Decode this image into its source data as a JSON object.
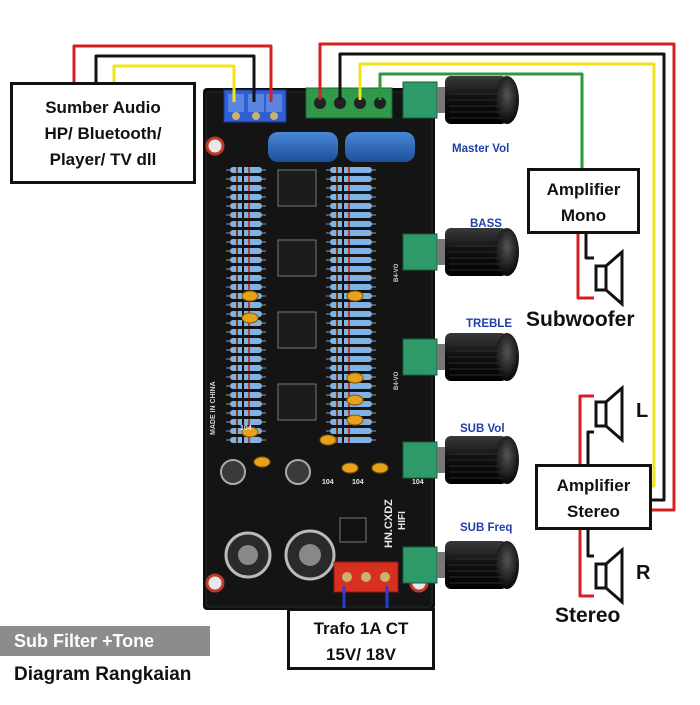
{
  "source_box": {
    "lines": [
      "Sumber Audio",
      "HP/ Bluetooth/",
      "Player/ TV dll"
    ]
  },
  "amp_mono_box": {
    "lines": [
      "Amplifier",
      "Mono"
    ]
  },
  "amp_stereo_box": {
    "lines": [
      "Amplifier",
      "Stereo"
    ]
  },
  "trafo_box": {
    "lines": [
      "Trafo 1A CT",
      "15V/ 18V"
    ]
  },
  "knob_labels": {
    "master": "Master Vol",
    "bass": "BASS",
    "treble": "TREBLE",
    "sub_vol": "SUB Vol",
    "sub_freq": "SUB Freq"
  },
  "speaker_labels": {
    "subwoofer": "Subwoofer",
    "left": "L",
    "right": "R",
    "stereo": "Stereo"
  },
  "footer": {
    "tag": "Sub Filter +Tone",
    "title": "Diagram Rangkaian"
  },
  "pcb_silkscreen": {
    "model": "HN.CXDZ",
    "hifi": "HIFI",
    "made_in": "MADE IN CHINA",
    "cap_values": [
      "104",
      "104",
      "104",
      "104"
    ],
    "bass_pot": "B4-VO",
    "treble_pot": "B4-VO"
  },
  "wire_colors": {
    "red": "#d42020",
    "black": "#111111",
    "yellow": "#f2e21a",
    "green": "#2e9a3a",
    "blue": "#2a3fd0"
  }
}
